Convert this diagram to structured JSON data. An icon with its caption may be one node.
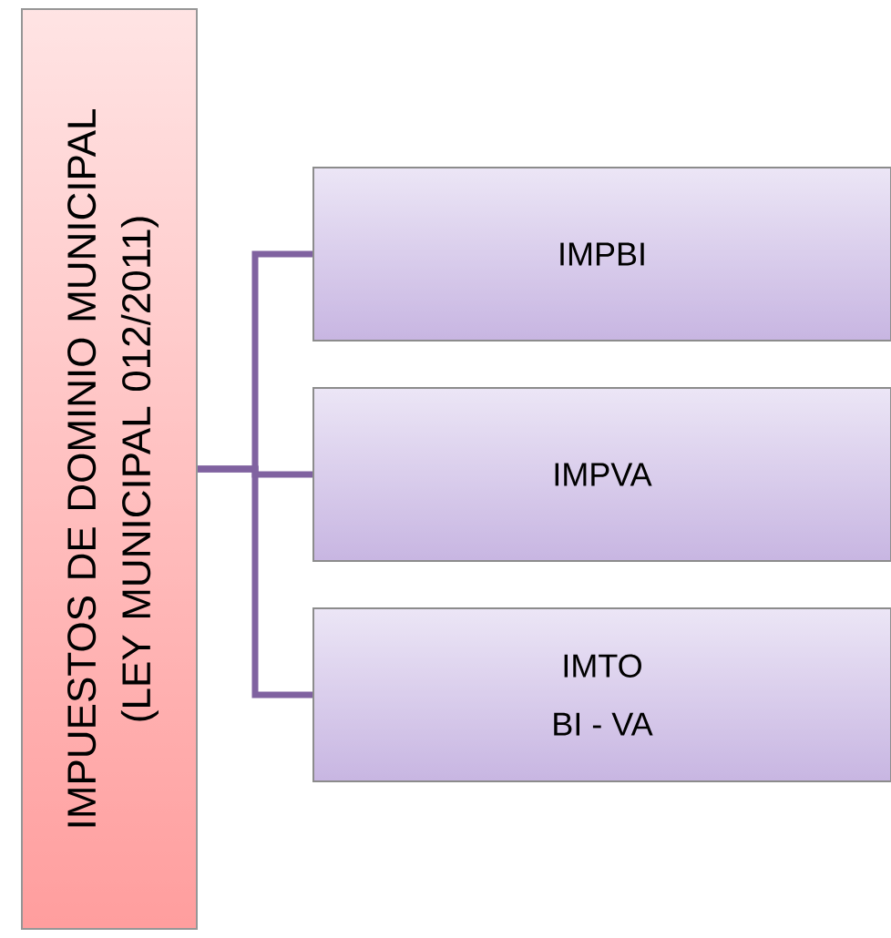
{
  "diagram": {
    "nodes": [
      {
        "text": [
          "IMPUESTOS DE DOMINIO MUNICIPAL (LEY MUNICIPAL 012/2011)"
        ]
      },
      {
        "text": [
          "IMPBI"
        ]
      },
      {
        "text": [
          "IMPVA"
        ]
      },
      {
        "text": [
          "IMTO",
          "BI - VA"
        ]
      }
    ],
    "edges": [
      {
        "from": 0,
        "to": 1,
        "arrow": "none"
      },
      {
        "from": 0,
        "to": 2,
        "arrow": "none"
      },
      {
        "from": 0,
        "to": 3,
        "arrow": "none"
      }
    ]
  }
}
